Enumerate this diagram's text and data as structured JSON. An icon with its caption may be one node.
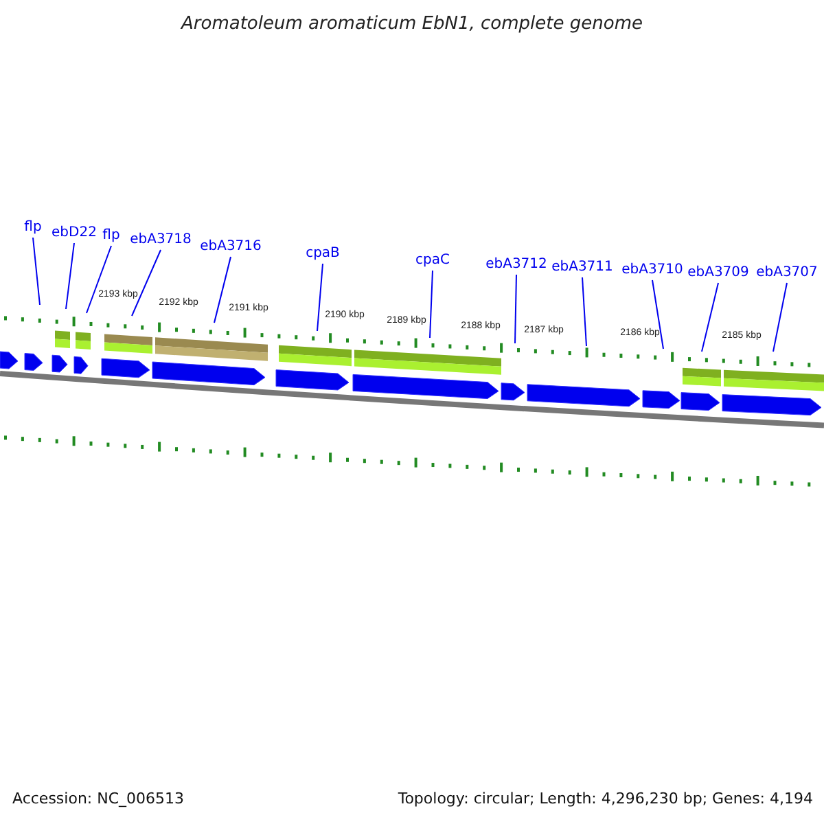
{
  "diagram": {
    "title": "Aromatoleum aromaticum EbN1, complete genome",
    "nodes": [
      {
        "text": [
          "flp"
        ]
      },
      {
        "text": [
          "ebD22"
        ]
      },
      {
        "text": [
          "flp"
        ]
      },
      {
        "text": [
          "ebA3718"
        ]
      },
      {
        "text": [
          "ebA3716"
        ]
      },
      {
        "text": [
          "cpaB"
        ]
      },
      {
        "text": [
          "cpaC"
        ]
      },
      {
        "text": [
          "ebA3712"
        ]
      },
      {
        "text": [
          "ebA3711"
        ]
      },
      {
        "text": [
          "ebA3710"
        ]
      },
      {
        "text": [
          "ebA3709"
        ]
      },
      {
        "text": [
          "ebA3707"
        ]
      }
    ],
    "edges": [
      {
        "from": 0,
        "to": null,
        "arrow": "none"
      },
      {
        "from": 1,
        "to": null,
        "arrow": "none"
      },
      {
        "from": 2,
        "to": null,
        "arrow": "none"
      },
      {
        "from": 3,
        "to": null,
        "arrow": "none"
      },
      {
        "from": 4,
        "to": null,
        "arrow": "none"
      },
      {
        "from": 5,
        "to": null,
        "arrow": "none"
      },
      {
        "from": 6,
        "to": null,
        "arrow": "none"
      },
      {
        "from": 7,
        "to": null,
        "arrow": "none"
      },
      {
        "from": 8,
        "to": null,
        "arrow": "none"
      },
      {
        "from": 9,
        "to": null,
        "arrow": "none"
      },
      {
        "from": 10,
        "to": null,
        "arrow": "none"
      },
      {
        "from": 11,
        "to": null,
        "arrow": "none"
      }
    ],
    "labels": [
      "2193 kbp",
      "2192 kbp",
      "2191 kbp",
      "2190 kbp",
      "2189 kbp",
      "2188 kbp",
      "2187 kbp",
      "2186 kbp",
      "2185 kbp",
      "Accession: NC_006513",
      "Topology: circular; Length: 4,296,230 bp; Genes: 4,194"
    ]
  }
}
